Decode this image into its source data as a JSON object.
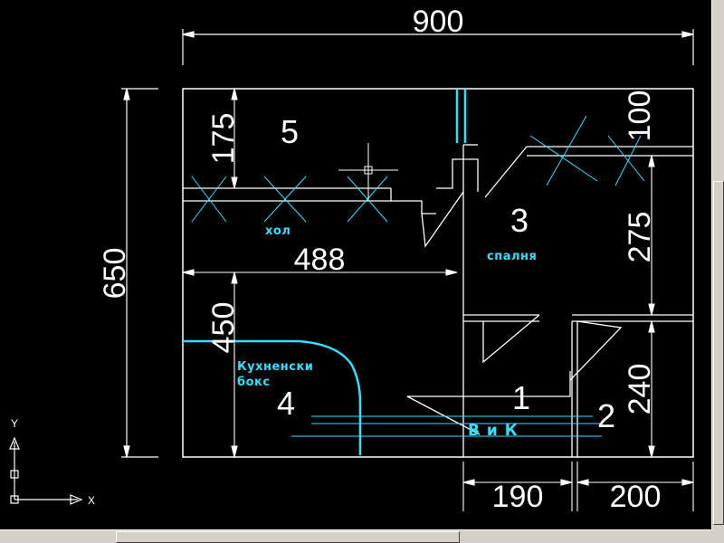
{
  "dimensions": {
    "total_width": "900",
    "total_height": "650",
    "hall_depth": "175",
    "hall_width": "488",
    "kitchen_depth": "450",
    "bedroom_top": "100",
    "bedroom_depth": "275",
    "wc_depth": "240",
    "bath_width": "190",
    "wc_width": "200"
  },
  "rooms": {
    "r1": "1",
    "r2": "2",
    "r3": "3",
    "r4": "4",
    "r5": "5"
  },
  "labels": {
    "hall": "хол",
    "bedroom": "спалня",
    "kitchen_line1": "Кухненски",
    "kitchen_line2": "бокс",
    "bath": "В и К"
  },
  "ucs": {
    "x": "X",
    "y": "Y"
  },
  "colors": {
    "background": "#000000",
    "lines": "#ffffff",
    "accent": "#33e0ff"
  }
}
